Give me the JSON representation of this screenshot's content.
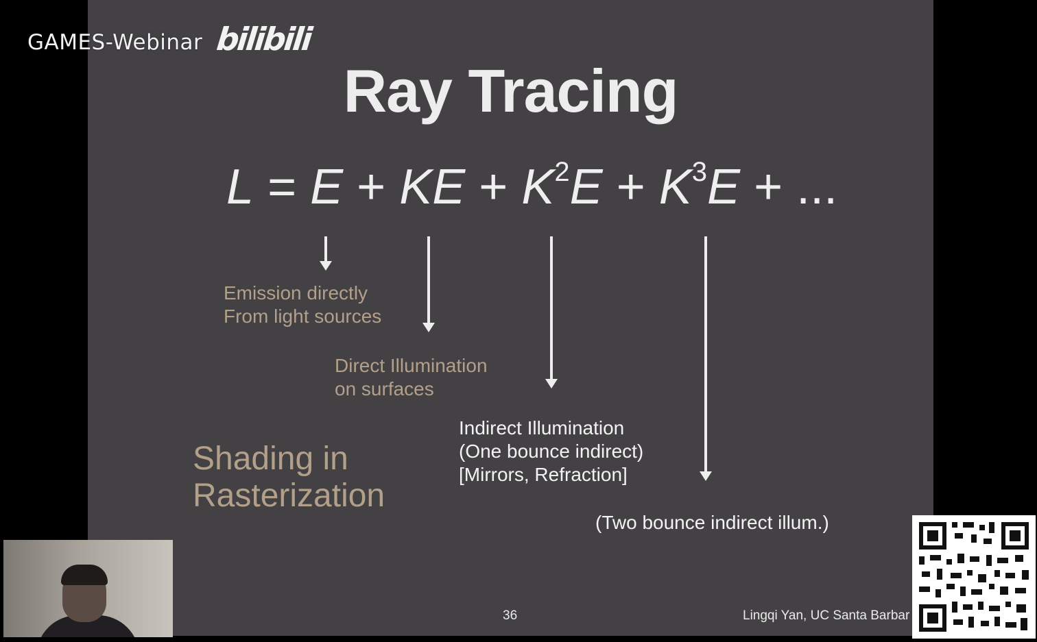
{
  "watermark": {
    "channel": "GAMES-Webinar",
    "logo": "bilibili"
  },
  "slide": {
    "title": "Ray Tracing",
    "equation": {
      "L": "L",
      "eq": "=",
      "E": "E",
      "plus": "+",
      "KE": "KE",
      "K": "K",
      "exp2": "2",
      "exp3": "3",
      "ellipsis": "..."
    },
    "labels": {
      "emission_1": "Emission directly",
      "emission_2": "From light sources",
      "direct_1": "Direct Illumination",
      "direct_2": "on surfaces",
      "indirect_1": "Indirect Illumination",
      "indirect_2": "(One bounce indirect)",
      "indirect_3": "[Mirrors, Refraction]",
      "two_bounce": "(Two bounce indirect illum.)",
      "shading_1": "Shading in",
      "shading_2": "Rasterization"
    },
    "page_number": "36",
    "author": "Lingqi Yan, UC Santa Barbar"
  },
  "colors": {
    "slide_bg": "#434144",
    "accent_tan": "#b2a08a",
    "text": "#efefef"
  }
}
